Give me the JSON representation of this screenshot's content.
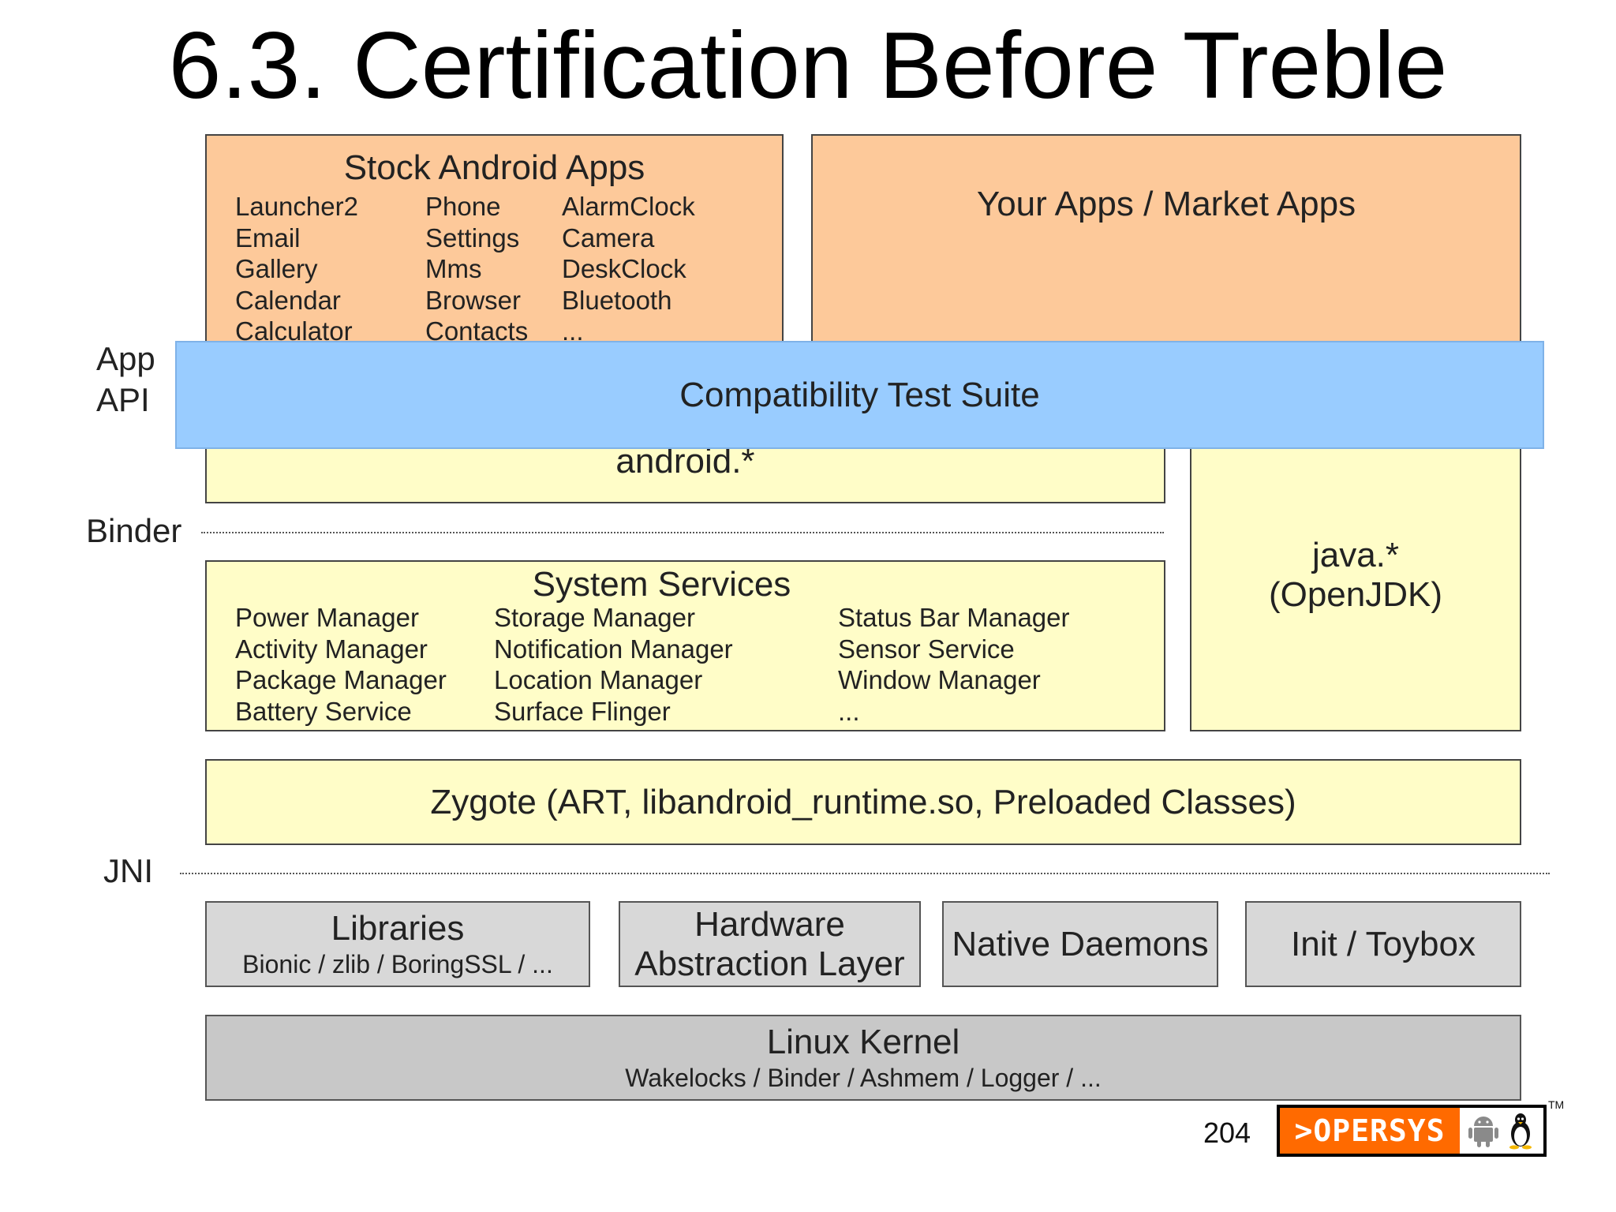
{
  "title": "6.3. Certification Before Treble",
  "stock_apps": {
    "heading": "Stock Android Apps",
    "col1": [
      "Launcher2",
      "Email",
      "Gallery",
      "Calendar",
      "Calculator"
    ],
    "col2": [
      "Phone",
      "Settings",
      "Mms",
      "Browser",
      "Contacts"
    ],
    "col3": [
      "AlarmClock",
      "Camera",
      "DeskClock",
      "Bluetooth",
      "..."
    ]
  },
  "your_apps": "Your Apps / Market Apps",
  "cts": "Compatibility Test Suite",
  "side_labels": {
    "app": "App",
    "api": "API",
    "binder": "Binder",
    "jni": "JNI"
  },
  "android_pkg": "android.*",
  "java": {
    "line1": "java.*",
    "line2": "(OpenJDK)"
  },
  "system_services": {
    "heading": "System Services",
    "col1": [
      "Power Manager",
      "Activity Manager",
      "Package Manager",
      "Battery Service"
    ],
    "col2": [
      "Storage Manager",
      "Notification Manager",
      "Location Manager",
      "Surface Flinger"
    ],
    "col3": [
      "Status Bar Manager",
      "Sensor Service",
      "Window Manager",
      "..."
    ]
  },
  "zygote": "Zygote (ART, libandroid_runtime.so, Preloaded Classes)",
  "libraries": {
    "title": "Libraries",
    "sub": "Bionic / zlib / BoringSSL / ..."
  },
  "hal": {
    "line1": "Hardware",
    "line2": "Abstraction Layer"
  },
  "native_daemons": "Native Daemons",
  "init": "Init / Toybox",
  "kernel": {
    "title": "Linux Kernel",
    "sub": "Wakelocks / Binder / Ashmem / Logger / ..."
  },
  "page_number": "204",
  "logo": {
    "text": ">OPERSYS",
    "tm": "TM",
    "icons": [
      "android-icon",
      "tux-penguin-icon"
    ],
    "accent": "#ff6a00"
  }
}
